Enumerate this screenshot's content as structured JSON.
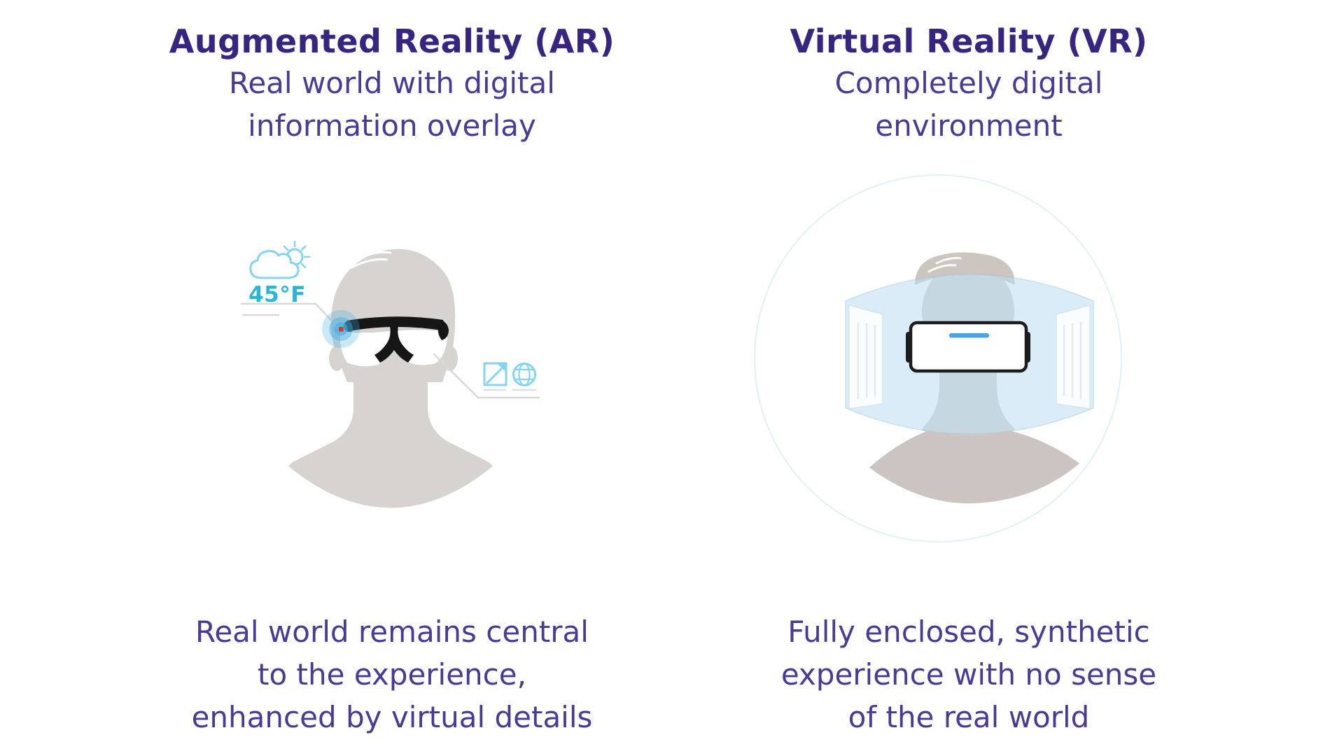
{
  "colors": {
    "background": "#ffffff",
    "title-purple": "#38257f",
    "body-purple": "#4a3a94",
    "teal": "#2bb4d7",
    "icon-blue": "#85d4f0",
    "line-gray": "#d9d9d9",
    "underline-gray": "#e0e0e0",
    "head-gray": "#d6d3d1",
    "glasses-black": "#161616",
    "hair-tan": "#cdc5bf",
    "vr-face": "#d3d0cd",
    "band-blue": "rgba(186,221,243,0.55)",
    "band-edge": "rgba(150,185,210,0.35)",
    "panel-white": "#fafdfe",
    "panel-stroke": "#dbe3e8",
    "panel-line": "#e4e9ed",
    "shoulder-gray": "#cbc4c0",
    "headset-black": "#1c1c1c",
    "headset-blue": "#4aa3e8",
    "marker-red": "#e53222",
    "glow-blue": "#45aee3",
    "circle-stroke": "#e2f1f8"
  },
  "ar": {
    "title": "Augmented Reality (AR)",
    "subtitle_lines": [
      "Real world with digital",
      "information overlay"
    ],
    "description_lines": [
      "Real world remains central",
      "to the experience,",
      "enhanced by virtual details"
    ],
    "hud_temperature": "45°F",
    "icons": {
      "weather": "cloud-sun-icon",
      "marker": "ar-target-marker-icon",
      "media": "image-frame-icon",
      "web": "globe-icon"
    }
  },
  "vr": {
    "title": "Virtual Reality (VR)",
    "subtitle_lines": [
      "Completely digital",
      "environment"
    ],
    "description_lines": [
      "Fully enclosed, synthetic",
      "experience with no sense",
      "of the real world"
    ],
    "icons": {
      "headset": "vr-headset-icon",
      "screen": "panorama-screen"
    }
  }
}
